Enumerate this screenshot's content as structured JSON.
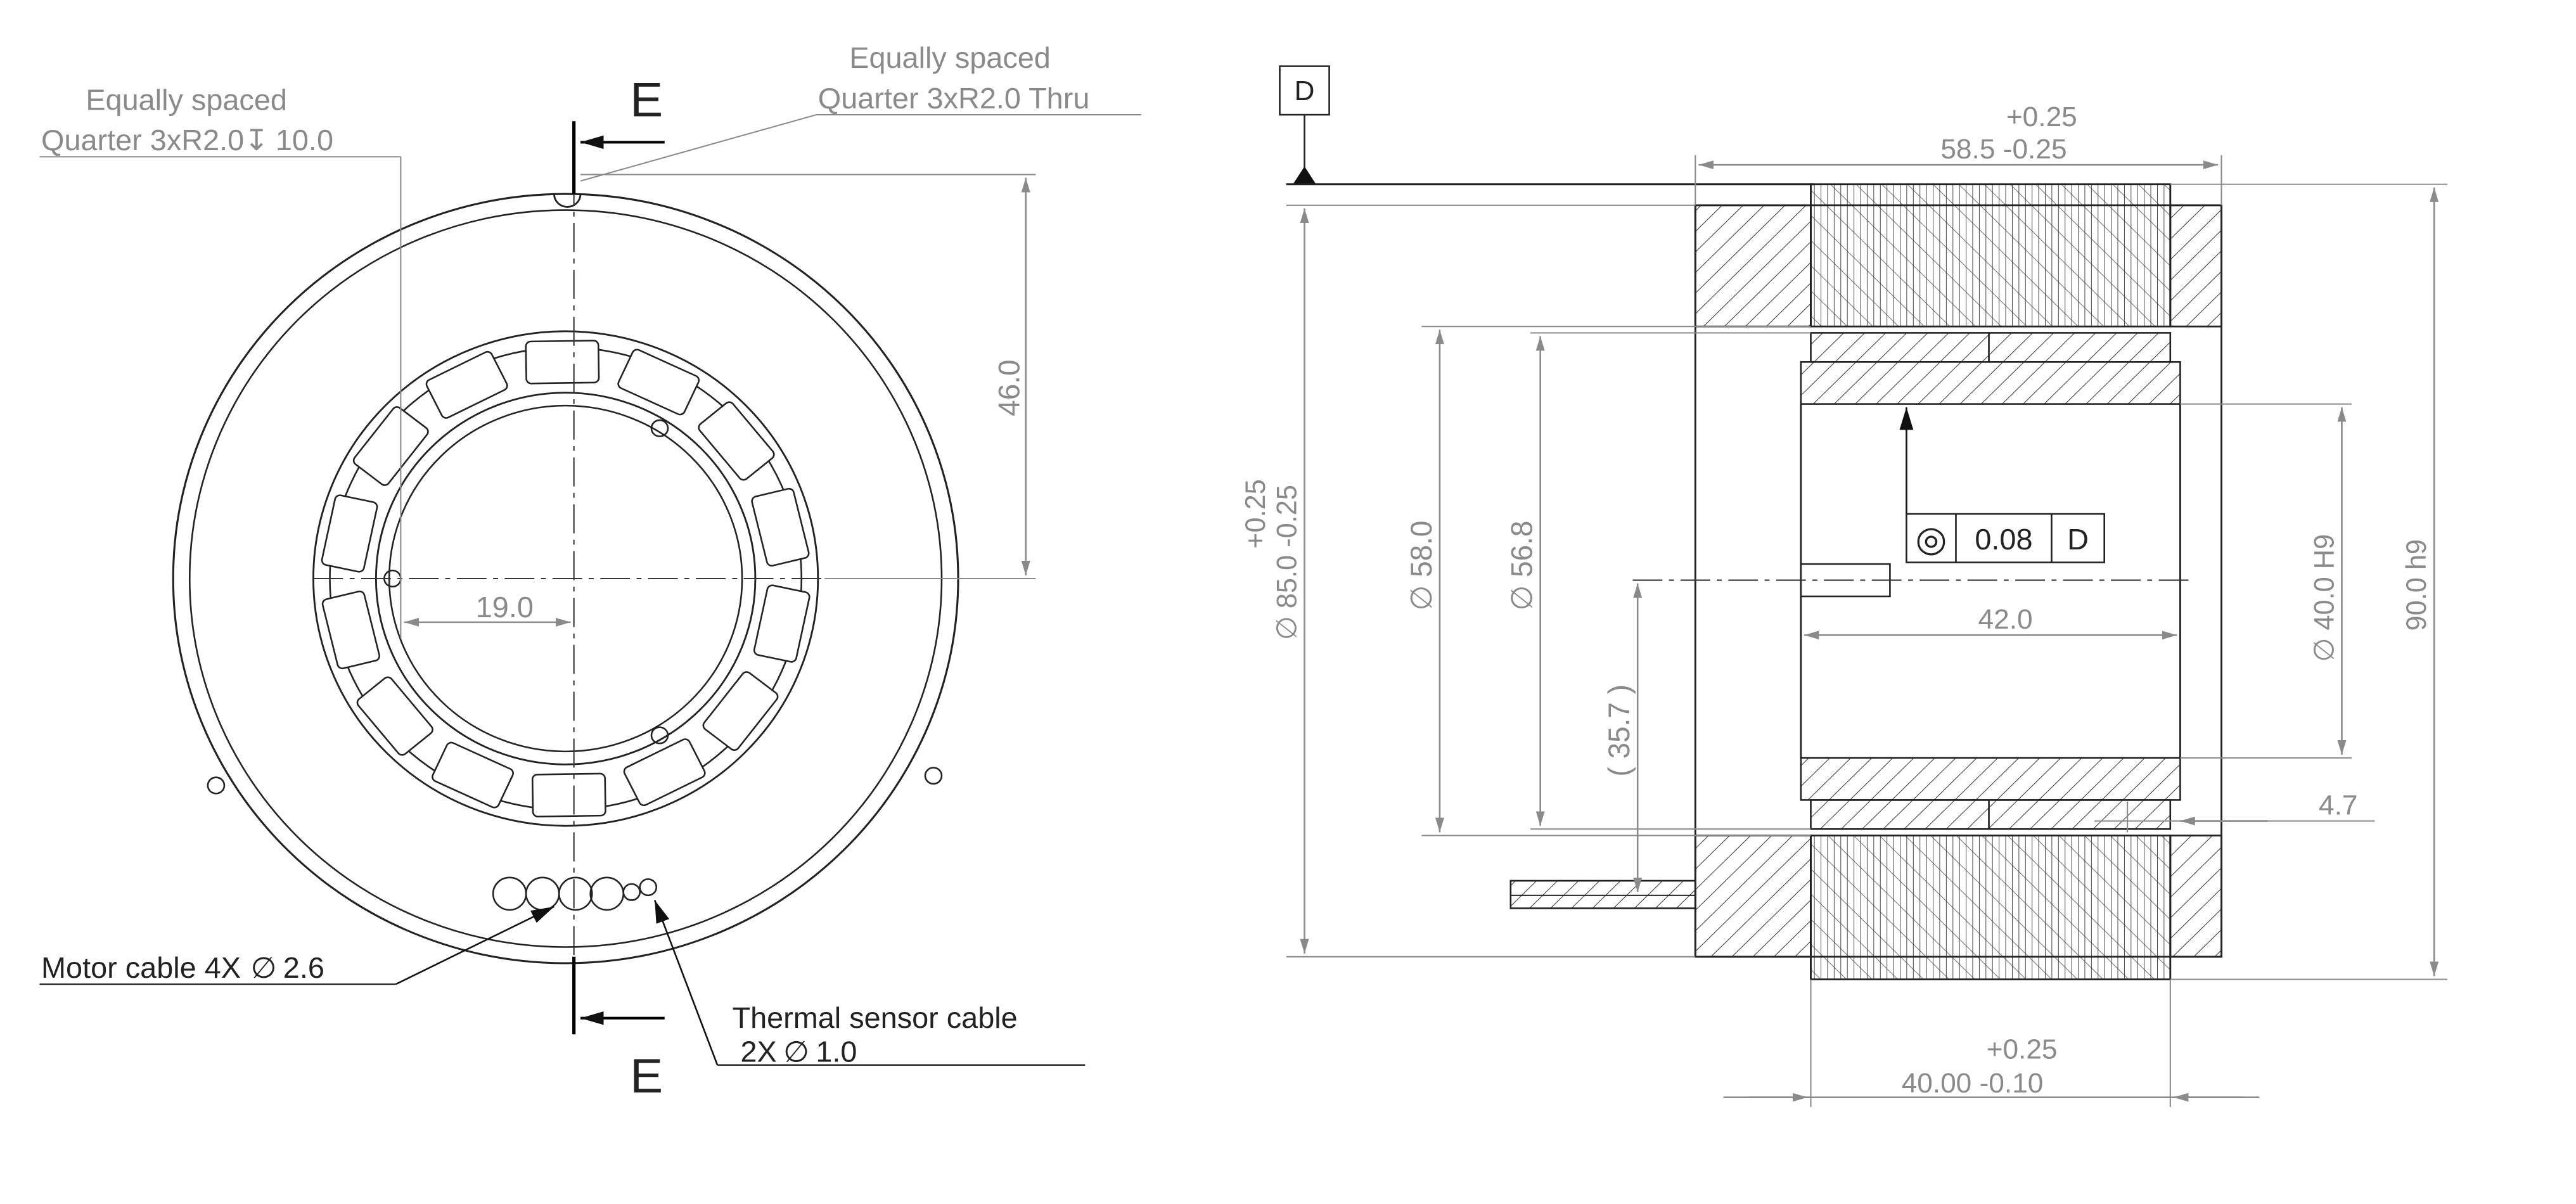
{
  "left_view": {
    "note_top_left": {
      "line1": "Equally spaced",
      "line2": "Quarter 3xR2.0",
      "depth_symbol": "↧",
      "line2_tail": "10.0"
    },
    "note_top_right": {
      "line1": "Equally spaced",
      "line2": "Quarter 3xR2.0 Thru"
    },
    "section_label_top": "E",
    "section_label_bottom": "E",
    "dim_46": "46.0",
    "dim_19": "19.0",
    "motor_cable": {
      "prefix": "Motor cable 4X",
      "diam_symbol": "∅",
      "value": "2.6"
    },
    "thermal_cable": {
      "line1": "Thermal sensor cable",
      "prefix": "2X",
      "diam_symbol": "∅",
      "value": "1.0"
    }
  },
  "right_view": {
    "datum_label": "D",
    "dim_58_5": {
      "upper": "+0.25",
      "lower": "58.5  -0.25"
    },
    "dim_85": {
      "upper": "+0.25",
      "lower": "∅ 85.0  -0.25"
    },
    "dim_58_0": "∅ 58.0",
    "dim_56_8": "∅ 56.8",
    "dim_35_7": "( 35.7 )",
    "dim_42": "42.0",
    "dim_40_h9": "∅ 40.0 H9",
    "dim_90_h9": "90.0 h9",
    "dim_4_7": "4.7",
    "dim_40_00": {
      "upper": "+0.25",
      "lower": "40.00  -0.10"
    },
    "tolerance_frame": {
      "symbol": "◎",
      "value": "0.08",
      "datum": "D"
    }
  }
}
